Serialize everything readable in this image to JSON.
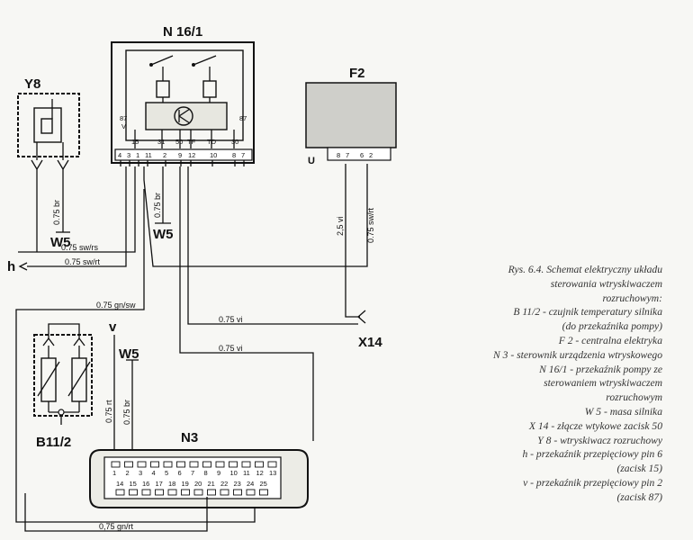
{
  "components": {
    "n16_1": "N 16/1",
    "y8": "Y8",
    "f2": "F2",
    "n3": "N3",
    "b11_2": "B11/2",
    "x14": "X14",
    "w5_left": "W5",
    "w5_mid": "W5",
    "w5_n3": "W5",
    "h": "h",
    "v": "v",
    "u": "U"
  },
  "relay_pins": {
    "inner": [
      "87",
      "V",
      "15",
      "31",
      "50",
      "TF",
      "TD",
      "30",
      "87"
    ],
    "bottom": [
      "4",
      "3",
      "1",
      "11",
      "2",
      "9",
      "12",
      "10",
      "8",
      "7"
    ]
  },
  "f2_pins": [
    "8",
    "7",
    "6",
    "2"
  ],
  "n3_pins": {
    "top_row": [
      "1",
      "2",
      "3",
      "4",
      "5",
      "6",
      "7",
      "8",
      "9",
      "10",
      "11",
      "12",
      "13"
    ],
    "bottom_row": [
      "14",
      "15",
      "16",
      "17",
      "18",
      "19",
      "20",
      "21",
      "22",
      "23",
      "24",
      "25"
    ]
  },
  "wires": {
    "y8_br": "0.75 br",
    "relay_br": "0.75 br",
    "sw_rs": "0.75 sw/rs",
    "sw_rt_h": "0.75 sw/rt",
    "vi_25": "2,5 vi",
    "sw_rt_f2": "0.75 sw/rt",
    "gn_sw": "0.75 gn/sw",
    "vi_x14": "0.75 vi",
    "vi_n3": "0.75 vi",
    "rt_v": "0.75 rt",
    "br_w5": "0.75 br",
    "gn_rt": "0,75 gn/rt"
  },
  "caption": {
    "lines": [
      "Rys. 6.4. Schemat elektryczny układu",
      "sterowania wtryskiwaczem",
      "rozruchowym:",
      "B 11/2 - czujnik temperatury silnika",
      "(do przekaźnika pompy)",
      "F 2 - centralna elektryka",
      "N 3 - sterownik urządzenia wtryskowego",
      "N 16/1 - przekaźnik pompy ze",
      "sterowaniem wtryskiwaczem",
      "rozruchowym",
      "W 5 - masa silnika",
      "X 14 - złącze wtykowe zacisk 50",
      "Y 8 - wtryskiwacz rozruchowy",
      "h - przekaźnik przepięciowy pin 6",
      "(zacisk 15)",
      "v - przekaźnik przepięciowy pin 2",
      "(zacisk 87)"
    ]
  }
}
